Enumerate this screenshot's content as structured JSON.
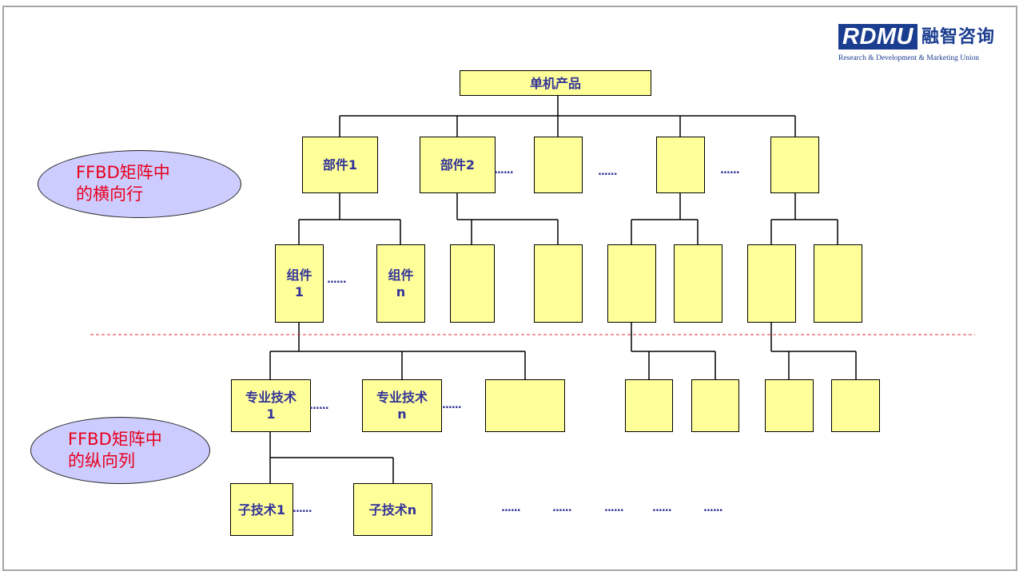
{
  "logo": {
    "mark": "RDMU",
    "chinese_name": "融智咨询",
    "tagline": "Research & Development & Marketing Union",
    "brand_color": "#1a3d8f"
  },
  "colors": {
    "box_fill": "#ffff99",
    "box_text": "#333399",
    "ellipse_fill": "#ccccff",
    "ellipse_text": "#e8001c",
    "divider": "#e0303a"
  },
  "annotations": {
    "horizontal_rows": "FFBD矩阵中\n的横向行",
    "vertical_columns": "FFBD矩阵中\n的纵向列"
  },
  "tree": {
    "root": "单机产品",
    "level1": [
      "部件1",
      "部件2",
      "",
      "",
      ""
    ],
    "level2": [
      "组件\n1",
      "组件\nn",
      "",
      "",
      "",
      "",
      "",
      ""
    ],
    "level3": [
      "专业技术\n1",
      "专业技术\nn",
      "",
      "",
      "",
      "",
      ""
    ],
    "level4": [
      "子技术1",
      "子技术n"
    ]
  },
  "ellipsis": "......"
}
